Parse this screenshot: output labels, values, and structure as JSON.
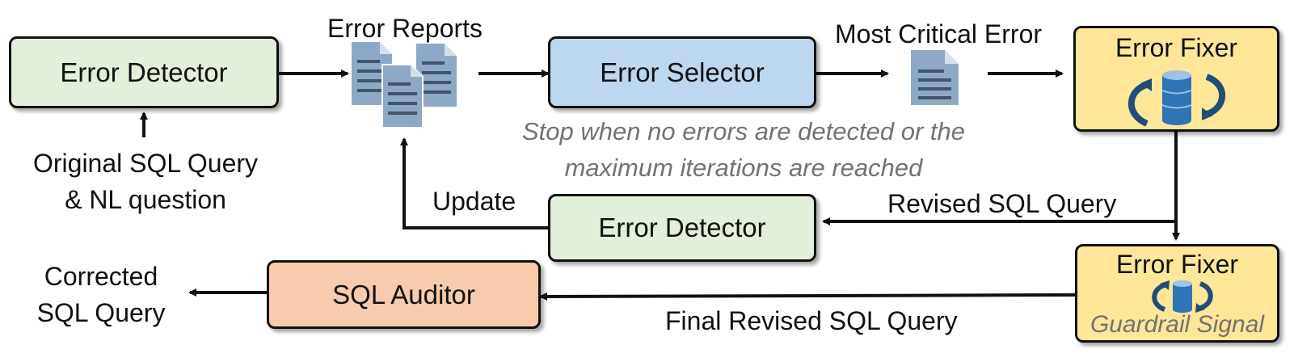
{
  "nodes": {
    "error_detector_top": "Error Detector",
    "error_selector": "Error Selector",
    "error_fixer_top": "Error Fixer",
    "error_detector_mid": "Error Detector",
    "error_fixer_bottom": "Error Fixer",
    "guardrail_signal": "Guardrail Signal",
    "sql_auditor": "SQL Auditor"
  },
  "labels": {
    "error_reports": "Error Reports",
    "most_critical_error": "Most Critical Error",
    "original_query_line1": "Original SQL Query",
    "original_query_line2": "& NL question",
    "update": "Update",
    "revised_sql_query": "Revised SQL Query",
    "final_revised_sql_query": "Final Revised SQL Query",
    "corrected_line1": "Corrected",
    "corrected_line2": "SQL Query"
  },
  "note": {
    "line1": "Stop when no errors are detected or the",
    "line2": "maximum iterations are reached"
  },
  "icons": {
    "report_doc": "document-icon",
    "database": "database-icon",
    "cycle_arrows": "cycle-arrows-icon"
  },
  "colors": {
    "detector": "#e2efda",
    "selector": "#bdd7ee",
    "fixer": "#ffe699",
    "auditor": "#f8cbad",
    "doc": "#8ea9c8",
    "db": "#2e75b6",
    "note": "#767171"
  }
}
